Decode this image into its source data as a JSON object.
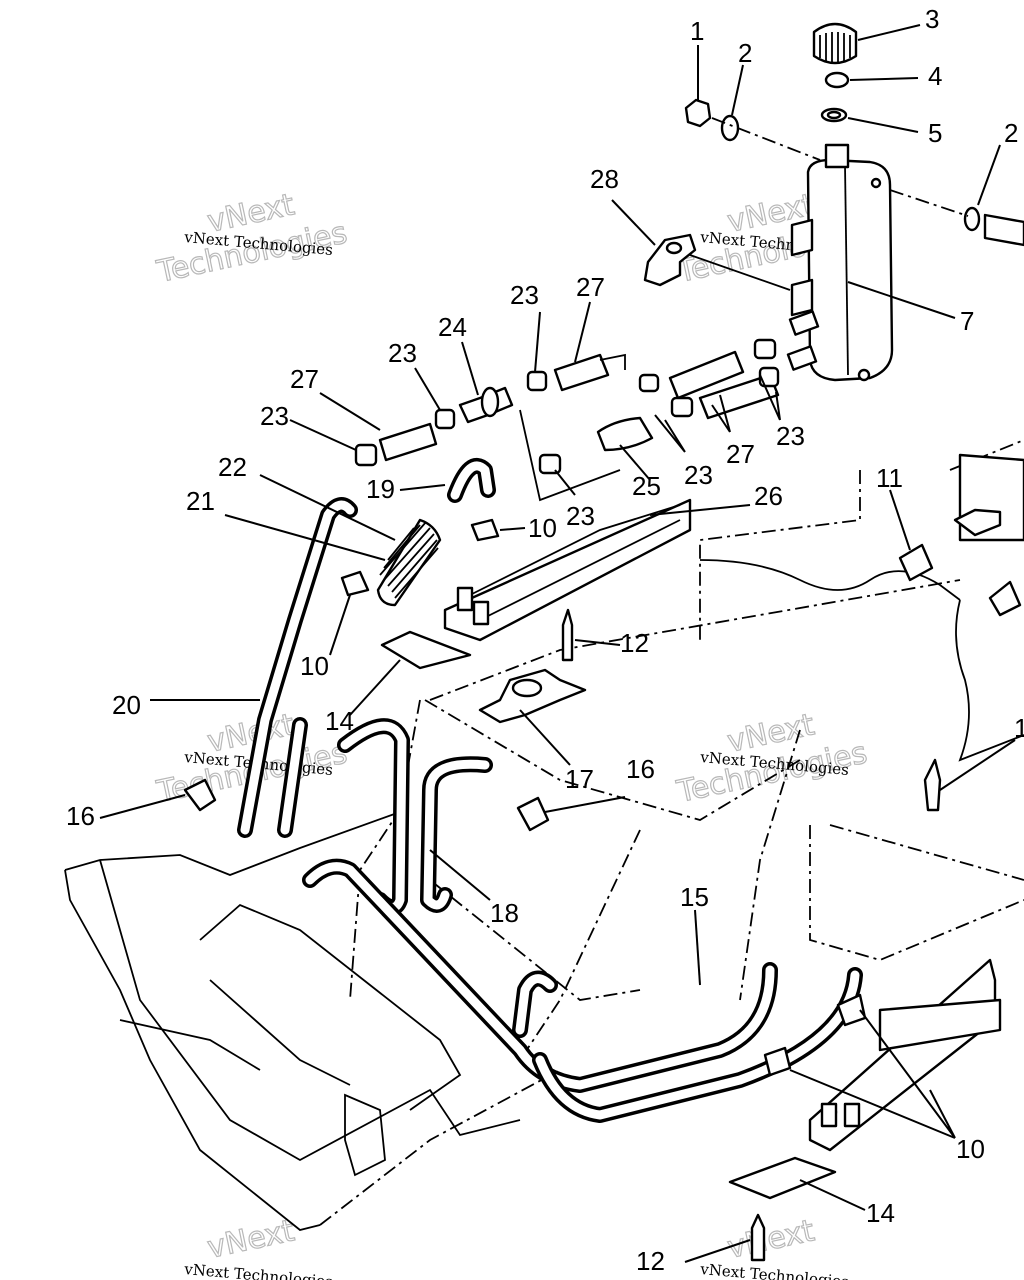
{
  "callouts": [
    {
      "id": "c1",
      "text": "1"
    },
    {
      "id": "c2a",
      "text": "2"
    },
    {
      "id": "c3",
      "text": "3"
    },
    {
      "id": "c4",
      "text": "4"
    },
    {
      "id": "c5",
      "text": "5"
    },
    {
      "id": "c2b",
      "text": "2"
    },
    {
      "id": "c28",
      "text": "28"
    },
    {
      "id": "c7",
      "text": "7"
    },
    {
      "id": "c27a",
      "text": "27"
    },
    {
      "id": "c23a",
      "text": "23"
    },
    {
      "id": "c24",
      "text": "24"
    },
    {
      "id": "c23b",
      "text": "23"
    },
    {
      "id": "c27b",
      "text": "27"
    },
    {
      "id": "c23c",
      "text": "23"
    },
    {
      "id": "c23d",
      "text": "23"
    },
    {
      "id": "c27c",
      "text": "27"
    },
    {
      "id": "c23e",
      "text": "23"
    },
    {
      "id": "c25",
      "text": "25"
    },
    {
      "id": "c23f",
      "text": "23"
    },
    {
      "id": "c26",
      "text": "26"
    },
    {
      "id": "c22",
      "text": "22"
    },
    {
      "id": "c19",
      "text": "19"
    },
    {
      "id": "c21",
      "text": "21"
    },
    {
      "id": "c10a",
      "text": "10"
    },
    {
      "id": "c11",
      "text": "11"
    },
    {
      "id": "c12a",
      "text": "12"
    },
    {
      "id": "c10b",
      "text": "10"
    },
    {
      "id": "c20",
      "text": "20"
    },
    {
      "id": "c14a",
      "text": "14"
    },
    {
      "id": "c17",
      "text": "17"
    },
    {
      "id": "c1b",
      "text": "1"
    },
    {
      "id": "c16a",
      "text": "16"
    },
    {
      "id": "c16b",
      "text": "16"
    },
    {
      "id": "c18",
      "text": "18"
    },
    {
      "id": "c15",
      "text": "15"
    },
    {
      "id": "c10c",
      "text": "10"
    },
    {
      "id": "c14b",
      "text": "14"
    },
    {
      "id": "c12b",
      "text": "12"
    }
  ],
  "watermark": {
    "line1": "vNext Technologies",
    "line2": "vNext",
    "line3": "Technologies"
  }
}
